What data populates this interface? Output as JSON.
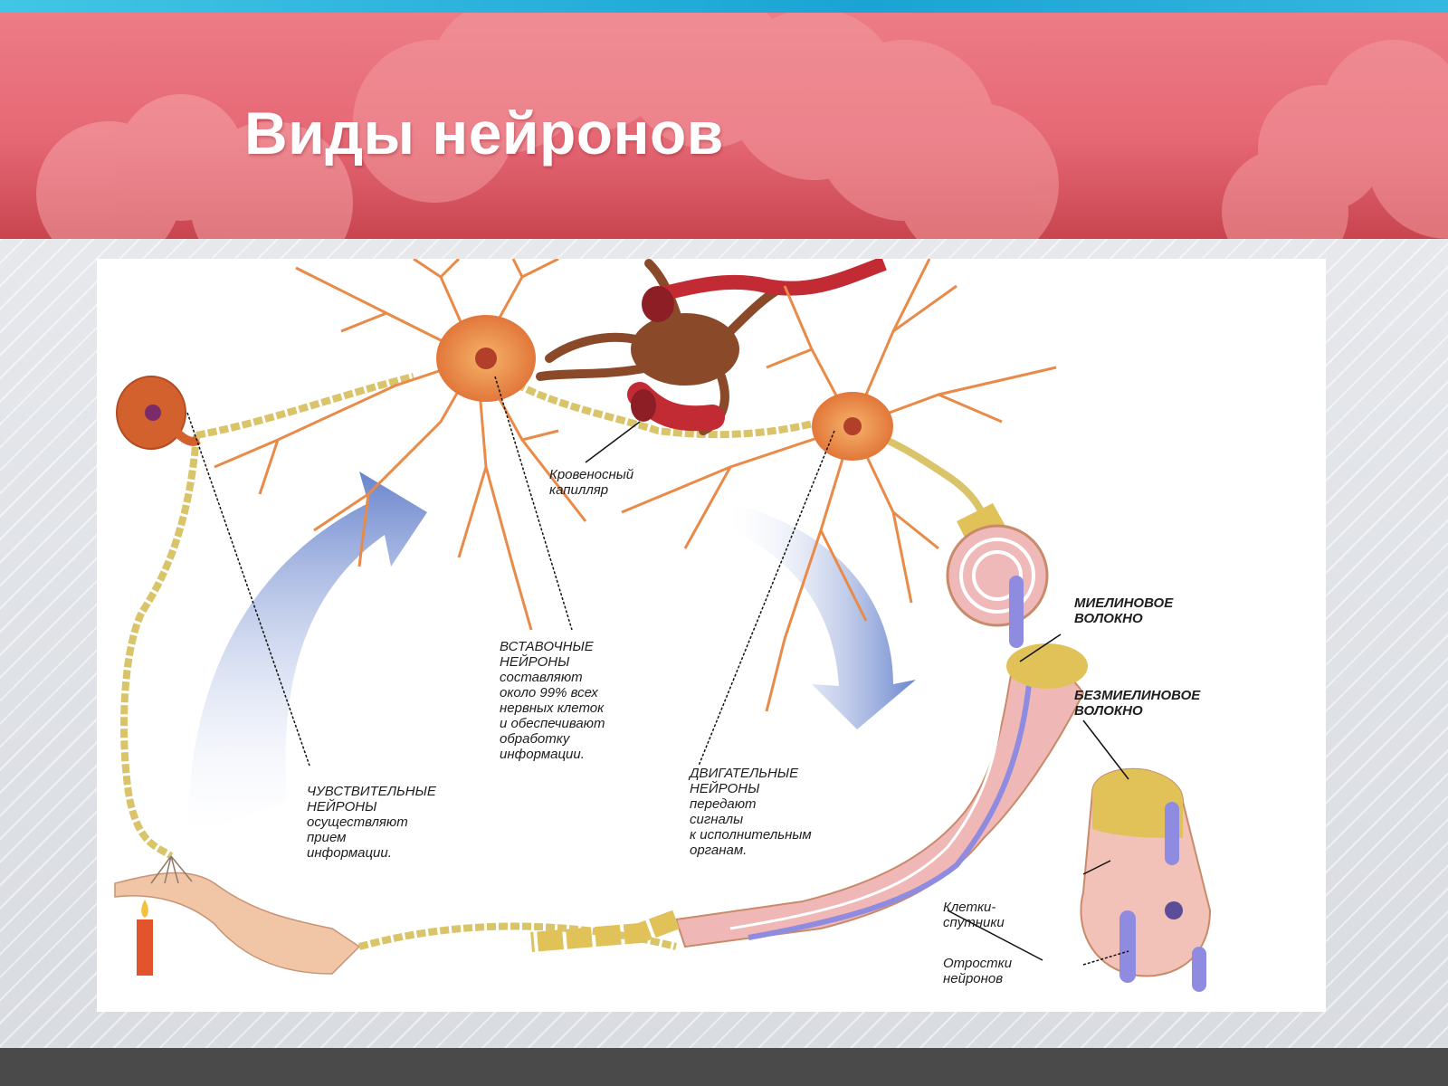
{
  "slide": {
    "title": "Виды нейронов"
  },
  "diagram": {
    "capillary": [
      "Кровеносный",
      "капилляр"
    ],
    "interneurons": {
      "heading": [
        "ВСТАВОЧНЫЕ",
        "НЕЙРОНЫ"
      ],
      "text": [
        "составляют",
        "около 99% всех",
        "нервных клеток",
        "и обеспечивают",
        "обработку",
        "информации."
      ]
    },
    "sensory": {
      "heading": [
        "ЧУВСТВИТЕЛЬНЫЕ",
        "НЕЙРОНЫ"
      ],
      "text": [
        "осуществляют",
        "прием",
        "информации."
      ]
    },
    "motor": {
      "heading": [
        "ДВИГАТЕЛЬНЫЕ",
        "НЕЙРОНЫ"
      ],
      "text": [
        "передают",
        "сигналы",
        "к исполнительным",
        "органам."
      ]
    },
    "myelinated": [
      "МИЕЛИНОВОЕ",
      "ВОЛОКНО"
    ],
    "unmyelinated": [
      "БЕЗМИЕЛИНОВОЕ",
      "ВОЛОКНО"
    ],
    "satellite": [
      "Клетки-",
      "спутники"
    ],
    "processes": [
      "Отростки",
      "нейронов"
    ]
  },
  "colors": {
    "header": "#e66875",
    "neuron": "#e98a48",
    "axon": "#d9c46a",
    "arrow": "#5a78c8",
    "footer": "#4a4a4a"
  }
}
